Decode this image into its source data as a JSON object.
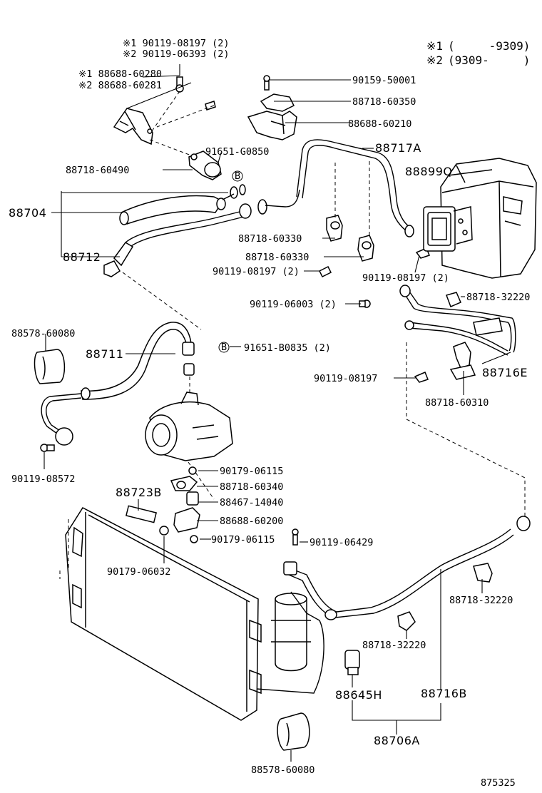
{
  "notes": {
    "n1_mark": "※1",
    "n1_range": "(　　　-9309)",
    "n2_mark": "※2",
    "n2_range": "(9309-　　　)"
  },
  "labels": {
    "l_90119_08197_a": "※1 90119-08197 (2)",
    "l_90119_06393": "※2 90119-06393 (2)",
    "l_88688_60280": "※1 88688-60280",
    "l_88688_60281": "※2 88688-60281",
    "l_90159_50001": "90159-50001",
    "l_88718_60350": "88718-60350",
    "l_88688_60210": "88688-60210",
    "l_88717A": "88717A",
    "l_91651_G0850": "91651-G0850",
    "l_88718_60490": "88718-60490",
    "l_88899Q": "88899Q",
    "l_88704": "88704",
    "l_88718_60330_a": "88718-60330",
    "l_88718_60330_b": "88718-60330",
    "l_90119_08197_b": "90119-08197 (2)",
    "l_90119_08197_c": "90119-08197 (2)",
    "l_88712": "88712",
    "l_88718_32220_a": "88718-32220",
    "l_90119_06003": "90119-06003 (2)",
    "l_88578_60080_a": "88578-60080",
    "l_88711": "88711",
    "l_91651_B0835": "91651-B0835 (2)",
    "l_88716E": "88716E",
    "l_90119_08197_d": "90119-08197",
    "l_88718_60310": "88718-60310",
    "l_90119_08572": "90119-08572",
    "l_90179_06115_a": "90179-06115",
    "l_88723B": "88723B",
    "l_88718_60340": "88718-60340",
    "l_88467_14040": "88467-14040",
    "l_88688_60200": "88688-60200",
    "l_90179_06115_b": "90179-06115",
    "l_90119_06429": "90119-06429",
    "l_90179_06032": "90179-06032",
    "l_88718_32220_b": "88718-32220",
    "l_88718_32220_c": "88718-32220",
    "l_88645H": "88645H",
    "l_88716B": "88716B",
    "l_88706A": "88706A",
    "l_88578_60080_b": "88578-60080",
    "circle_b": "B",
    "figure_no": "875325"
  }
}
